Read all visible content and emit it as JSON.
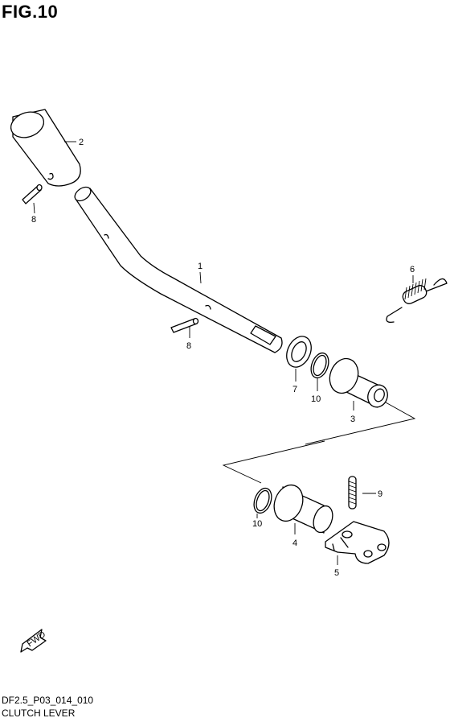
{
  "figure_title": "FIG.10",
  "drawing_code": "DF2.5_P03_014_010",
  "caption": "CLUTCH LEVER",
  "fwd_label": "FWD",
  "callouts": [
    {
      "id": "1",
      "text": "1"
    },
    {
      "id": "2",
      "text": "2"
    },
    {
      "id": "3",
      "text": "3"
    },
    {
      "id": "4",
      "text": "4"
    },
    {
      "id": "5",
      "text": "5"
    },
    {
      "id": "6",
      "text": "6"
    },
    {
      "id": "7",
      "text": "7"
    },
    {
      "id": "8a",
      "text": "8"
    },
    {
      "id": "8b",
      "text": "8"
    },
    {
      "id": "9",
      "text": "9"
    },
    {
      "id": "10a",
      "text": "10"
    },
    {
      "id": "10b",
      "text": "10"
    }
  ]
}
